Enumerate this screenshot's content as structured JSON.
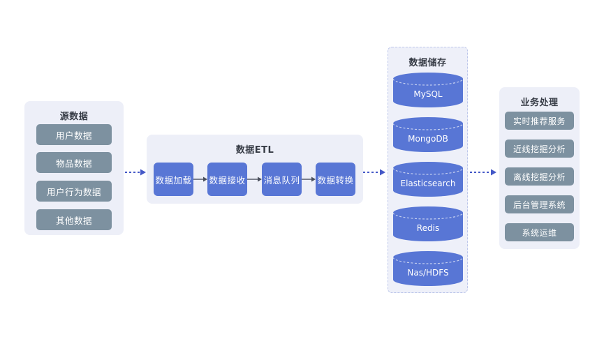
{
  "source": {
    "title": "源数据",
    "items": [
      "用户数据",
      "物品数据",
      "用户行为数据",
      "其他数据"
    ]
  },
  "etl": {
    "title": "数据ETL",
    "steps": [
      "数据加载",
      "数据接收",
      "消息队列",
      "数据转换"
    ]
  },
  "storage": {
    "title": "数据储存",
    "databases": [
      "MySQL",
      "MongoDB",
      "Elasticsearch",
      "Redis",
      "Nas/HDFS"
    ]
  },
  "business": {
    "title": "业务处理",
    "items": [
      "实时推荐服务",
      "近线挖掘分析",
      "离线挖掘分析",
      "后台管理系统",
      "系统运维"
    ]
  },
  "colors": {
    "panel_bg": "#edeff8",
    "storage_panel_bg": "#eef0f9",
    "box_blue": "#5876d5",
    "slate_gray": "#7d91a0",
    "arrow_blue": "#4458c7",
    "arrow_dark": "#4a4f5c",
    "dashed_border": "#bcc6ea",
    "title_text": "#373c46"
  }
}
